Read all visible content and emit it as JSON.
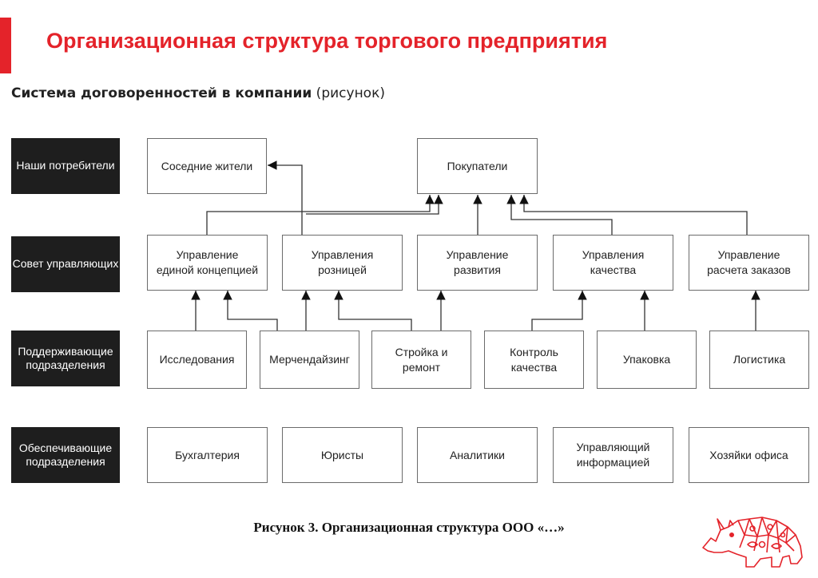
{
  "header": {
    "title": "Организационная структура торгового предприятия",
    "subtitle_bold": "Система договоренностей в компании",
    "subtitle_rest": " (рисунок)",
    "accent_color": "#e4232a"
  },
  "rows": [
    {
      "id": "consumers",
      "label": "Наши потребители"
    },
    {
      "id": "council",
      "label": "Совет управляющих"
    },
    {
      "id": "support",
      "label": "Поддерживающие\nподразделения"
    },
    {
      "id": "service",
      "label": "Обеспечивающие\nподразделения"
    }
  ],
  "boxes": {
    "neighbors": "Соседние жители",
    "buyers": "Покупатели",
    "concept": "Управление\nединой концепцией",
    "retail": "Управления\nрозницей",
    "development": "Управление\nразвития",
    "quality_mgmt": "Управления\nкачества",
    "orders": "Управление\nрасчета заказов",
    "research": "Исследования",
    "merch": "Мерчендайзинг",
    "construction": "Стройка и ремонт",
    "quality_control": "Контроль качества",
    "packaging": "Упаковка",
    "logistics": "Логистика",
    "accounting": "Бухгалтерия",
    "lawyers": "Юристы",
    "analysts": "Аналитики",
    "info_manager": "Управляющий\nинформацией",
    "office": "Хозяйки офиса"
  },
  "caption": "Рисунок 3. Организационная структура ООО «…»",
  "logo": {
    "icon": "rhino-logo-icon"
  }
}
